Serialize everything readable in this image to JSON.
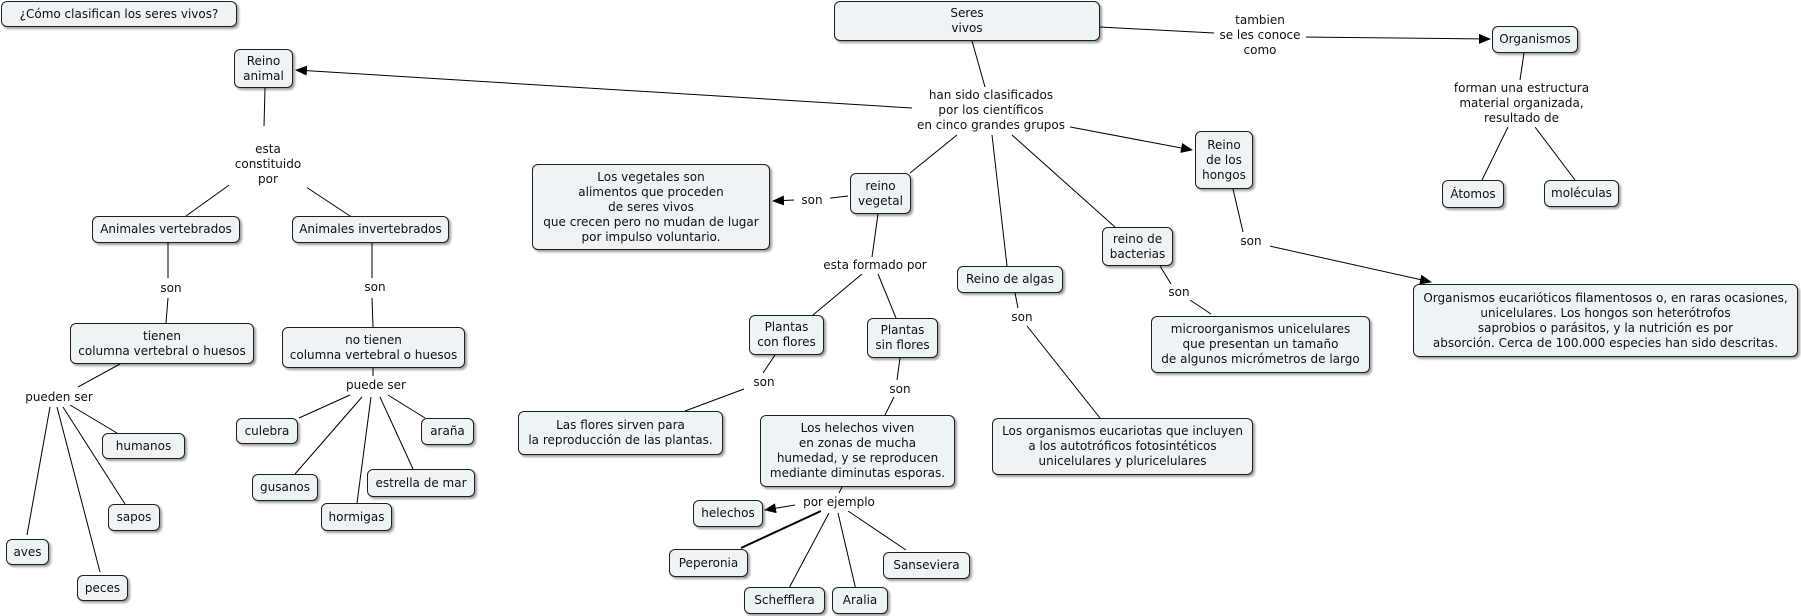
{
  "concept_map": {
    "title": "¿Cómo clasifican los seres vivos?",
    "nodes": {
      "seres_vivos": "Seres\nvivos",
      "organismos": "Organismos",
      "atomos": "Átomos",
      "moleculas": "moléculas",
      "reino_animal": "Reino\nanimal",
      "animales_vertebrados": "Animales vertebrados",
      "animales_invertebrados": "Animales invertebrados",
      "tienen_columna": "tienen\ncolumna vertebral o huesos",
      "no_tienen_columna": "no tienen\ncolumna vertebral o huesos",
      "humanos": "humanos",
      "sapos": "sapos",
      "aves": "aves",
      "peces": "peces",
      "culebra": "culebra",
      "arana": "araña",
      "gusanos": "gusanos",
      "estrella_de_mar": "estrella de mar",
      "hormigas": "hormigas",
      "reino_vegetal": "reino\nvegetal",
      "vegetales_def": "Los vegetales son\nalimentos que proceden\nde seres vivos\nque crecen pero no mudan de lugar\npor impulso voluntario.",
      "plantas_con_flores": "Plantas\ncon flores",
      "plantas_sin_flores": "Plantas\nsin flores",
      "flores_def": "Las flores sirven para\nla reproducción de las plantas.",
      "helechos_def": "Los helechos viven\nen zonas de mucha\nhumedad, y se reproducen\nmediante diminutas esporas.",
      "helechos": "helechos",
      "peperonia": "Peperonia",
      "sanseviera": "Sanseviera",
      "schefflera": "Schefflera",
      "aralia": "Aralia",
      "reino_algas": "Reino de algas",
      "algas_def": "Los organismos eucariotas que incluyen\na los autotróficos fotosintéticos\nunicelulares y pluricelulares",
      "reino_bacterias": "reino de\nbacterias",
      "bacterias_def": "microorganismos unicelulares\nque presentan un tamaño\nde algunos micrómetros de largo",
      "reino_hongos": "Reino\nde los\nhongos",
      "hongos_def": "Organismos eucarióticos filamentosos o, en raras ocasiones,\nunicelulares. Los hongos son heterótrofos\nsaprobios o parásitos, y la nutrición es por\nabsorción. Cerca de 100.000 especies han sido descritas."
    },
    "links": {
      "tambien_conoce": "tambien\nse les conoce\ncomo",
      "forman_estructura": "forman una estructura\nmaterial organizada,\nresultado de",
      "han_sido_clasificados": "han sido clasificados\npor los científicos\nen cinco grandes grupos",
      "esta_constituido": "esta\nconstituido\npor",
      "son_vertebrados": "son",
      "son_invertebrados": "son",
      "pueden_ser": "pueden ser",
      "puede_ser": "puede ser",
      "son_vegetal": "son",
      "esta_formado": "esta formado por",
      "son_con_flores": "son",
      "son_sin_flores": "son",
      "por_ejemplo": "por ejemplo",
      "son_algas": "son",
      "son_bacterias": "son",
      "son_hongos": "son"
    }
  }
}
